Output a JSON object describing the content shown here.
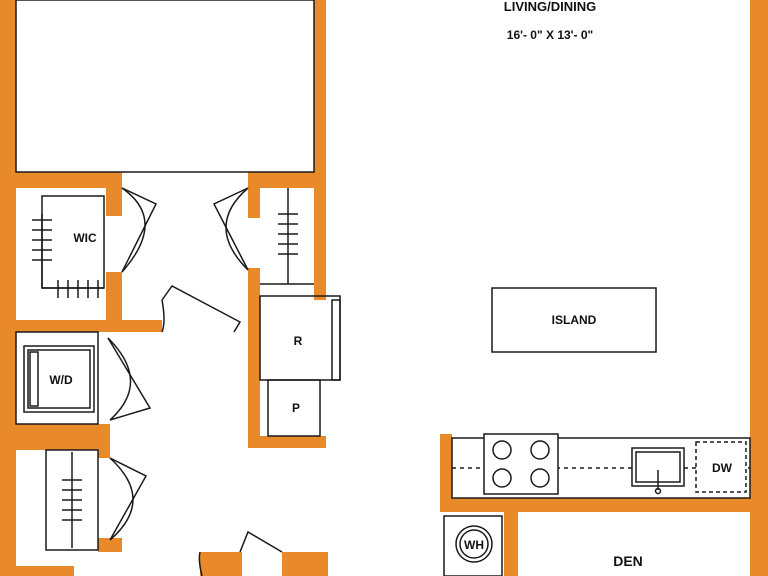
{
  "colors": {
    "wall": "#E8892A",
    "line": "#1a1a1a",
    "background": "#ffffff"
  },
  "rooms": {
    "living_dining": {
      "name": "LIVING/DINING",
      "size": "16'- 0\" X 13'- 0\""
    },
    "island": "ISLAND",
    "wic": "WIC",
    "washer_dryer": "W/D",
    "refrigerator": "R",
    "pantry": "P",
    "dishwasher": "DW",
    "water_heater": "WH",
    "den": "DEN"
  }
}
